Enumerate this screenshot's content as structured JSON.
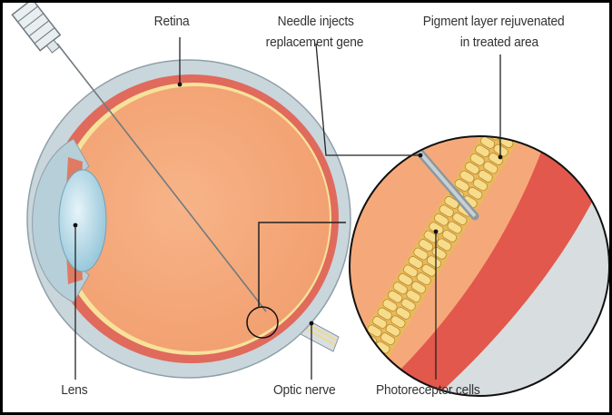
{
  "labels": {
    "retina": "Retina",
    "needle_line1": "Needle injects",
    "needle_line2": "replacement gene",
    "pigment_line1": "Pigment layer rejuvenated",
    "pigment_line2": "in treated area",
    "lens": "Lens",
    "optic_nerve": "Optic nerve",
    "photoreceptor": "Photoreceptor cells"
  },
  "colors": {
    "sclera": "#c9d6dc",
    "eye_interior": "#f5a97a",
    "retina_red": "#e06a5c",
    "retina_yellow": "#f6e29a",
    "lens": "#a9d2e0",
    "inset_red": "#e2584c",
    "inset_gray": "#d8dde0",
    "cells": "#f7dc8c",
    "needle": "#9aa4aa"
  }
}
